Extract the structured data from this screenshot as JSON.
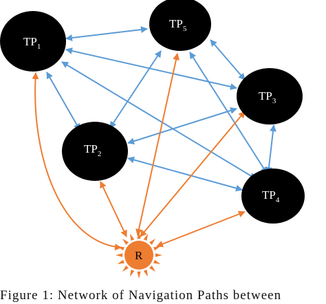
{
  "figure": {
    "caption": "Figure 1: Network of Navigation Paths between"
  },
  "colors": {
    "tp_node": "#000000",
    "tp_text": "#ffffff",
    "root_node": "#ed7d31",
    "tp_edge": "#5b9bd5",
    "root_edge": "#ed7d31"
  },
  "nodes": {
    "tp1": {
      "label": "TP",
      "sub": "1"
    },
    "tp2": {
      "label": "TP",
      "sub": "2"
    },
    "tp3": {
      "label": "TP",
      "sub": "3"
    },
    "tp4": {
      "label": "TP",
      "sub": "4"
    },
    "tp5": {
      "label": "TP",
      "sub": "5"
    },
    "r": {
      "label": "R"
    }
  },
  "edges": [
    {
      "from": "TP1",
      "to": "TP5",
      "type": "bidirectional"
    },
    {
      "from": "TP1",
      "to": "TP2",
      "type": "bidirectional"
    },
    {
      "from": "TP1",
      "to": "TP3",
      "type": "bidirectional"
    },
    {
      "from": "TP1",
      "to": "TP4",
      "type": "bidirectional"
    },
    {
      "from": "TP5",
      "to": "TP3",
      "type": "bidirectional"
    },
    {
      "from": "TP5",
      "to": "TP2",
      "type": "bidirectional"
    },
    {
      "from": "TP5",
      "to": "TP4",
      "type": "bidirectional"
    },
    {
      "from": "TP2",
      "to": "TP3",
      "type": "bidirectional"
    },
    {
      "from": "TP2",
      "to": "TP4",
      "type": "bidirectional"
    },
    {
      "from": "TP3",
      "to": "TP4",
      "type": "bidirectional"
    },
    {
      "from": "R",
      "to": "TP1",
      "type": "bidirectional"
    },
    {
      "from": "R",
      "to": "TP2",
      "type": "bidirectional"
    },
    {
      "from": "R",
      "to": "TP3",
      "type": "bidirectional"
    },
    {
      "from": "R",
      "to": "TP4",
      "type": "bidirectional"
    },
    {
      "from": "R",
      "to": "TP5",
      "type": "bidirectional"
    }
  ]
}
